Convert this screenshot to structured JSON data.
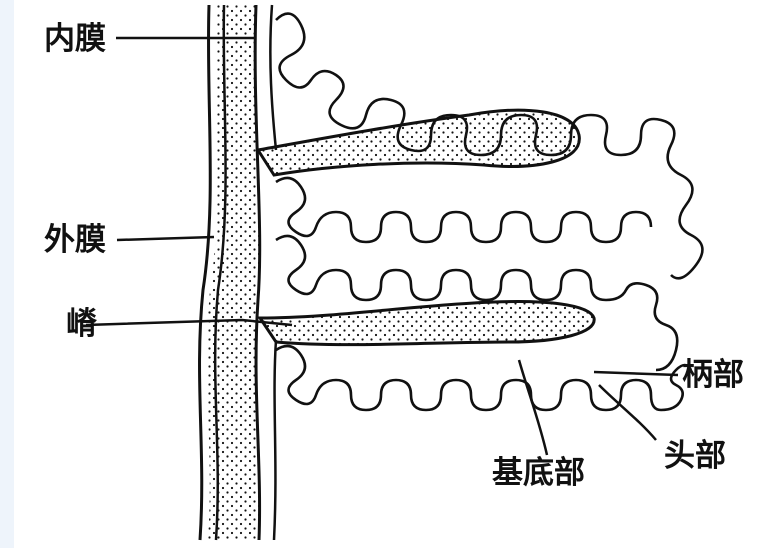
{
  "labels": {
    "inner_membrane": "内膜",
    "outer_membrane": "外膜",
    "crista": "嵴",
    "stalk": "柄部",
    "base": "基底部",
    "head": "头部"
  },
  "colors": {
    "ink": "#111111",
    "paper": "#ffffff",
    "frame": "#eef4fb"
  }
}
